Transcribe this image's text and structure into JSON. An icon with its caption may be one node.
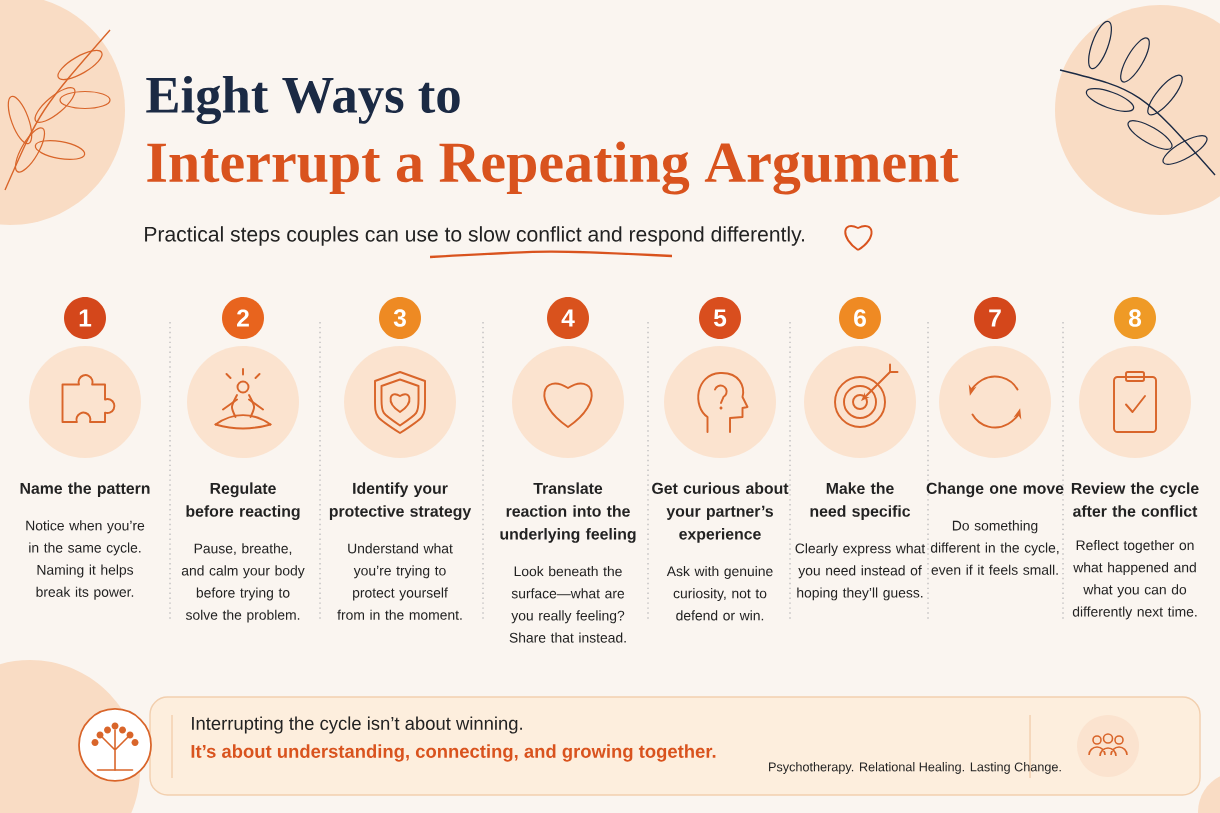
{
  "diagram": {
    "nodes": [
      {
        "text": [
          "1"
        ],
        "beside": [
          "Name the pattern",
          "Notice when you’re in the same cycle. Naming it helps break its power."
        ]
      },
      {
        "text": [
          "2"
        ],
        "beside": [
          "Regulate before reacting",
          "Pause, breathe, and calm your body before trying to solve the problem."
        ]
      },
      {
        "text": [
          "3"
        ],
        "beside": [
          "Identify your protective strategy",
          "Understand what you’re trying to protect yourself from in the moment."
        ]
      },
      {
        "text": [
          "4"
        ],
        "beside": [
          "Translate reaction into the underlying feeling",
          "Look beneath the surface—what are you really feeling? Share that instead."
        ]
      },
      {
        "text": [
          "5"
        ],
        "beside": [
          "Get curious about your partner’s experience",
          "Ask with genuine curiosity, not to defend or win."
        ]
      },
      {
        "text": [
          "6"
        ],
        "beside": [
          "Make the need specific",
          "Clearly express what you need instead of hoping they’ll guess."
        ]
      },
      {
        "text": [
          "7"
        ],
        "beside": [
          "Change one move",
          "Do something different in the cycle, even if it feels small."
        ]
      },
      {
        "text": [
          "8"
        ],
        "beside": [
          "Review the cycle after the conflict",
          "Reflect together on what happened and what you can do differently next time."
        ]
      },
      {
        "text": [
          "Interrupting the cycle isn’t about winning.",
          "It’s about understanding, connecting, and growing together.",
          "Psychotherapy. Relational Healing. Lasting Change."
        ]
      }
    ],
    "labels": [
      "Eight Ways to",
      "Interrupt a Repeating Argument",
      "Practical steps couples can use to slow conflict and respond differently."
    ]
  }
}
